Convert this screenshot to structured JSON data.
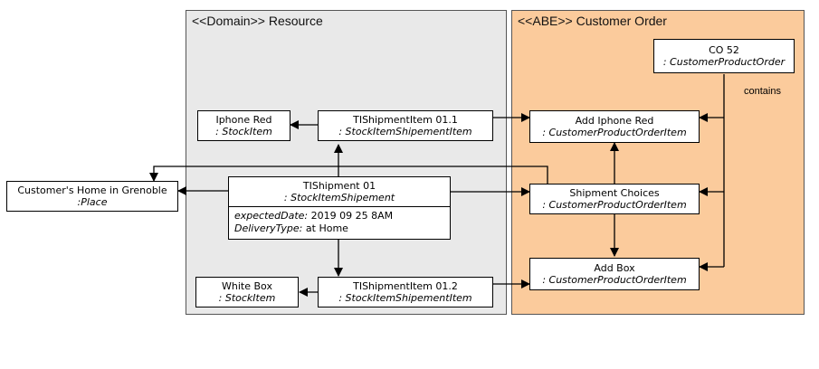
{
  "regions": {
    "resource": "<<Domain>> Resource",
    "order": "<<ABE>> Customer Order"
  },
  "objects": {
    "iphone_red": {
      "name": "Iphone Red",
      "type": ": StockItem"
    },
    "ti_item_011": {
      "name": "TIShipmentItem 01.1",
      "type": ": StockItemShipementItem"
    },
    "ti_shipment": {
      "name": "TIShipment 01",
      "type": ": StockItemShipement"
    },
    "white_box": {
      "name": "White Box",
      "type": ": StockItem"
    },
    "ti_item_012": {
      "name": "TIShipmentItem 01.2",
      "type": ": StockItemShipementItem"
    },
    "customer_home": {
      "name": "Customer's Home in Grenoble",
      "type": ":Place"
    },
    "co52": {
      "name": "CO 52",
      "type": ": CustomerProductOrder"
    },
    "add_iphone": {
      "name": "Add Iphone Red",
      "type": ": CustomerProductOrderItem"
    },
    "shipment_choices": {
      "name": "Shipment Choices",
      "type": ": CustomerProductOrderItem"
    },
    "add_box": {
      "name": "Add Box",
      "type": ": CustomerProductOrderItem"
    }
  },
  "attributes": {
    "expected_key": "expectedDate:",
    "expected_val": " 2019 09 25 8AM",
    "delivery_key": "DeliveryType:",
    "delivery_val": " at Home"
  },
  "labels": {
    "contains": "contains"
  }
}
